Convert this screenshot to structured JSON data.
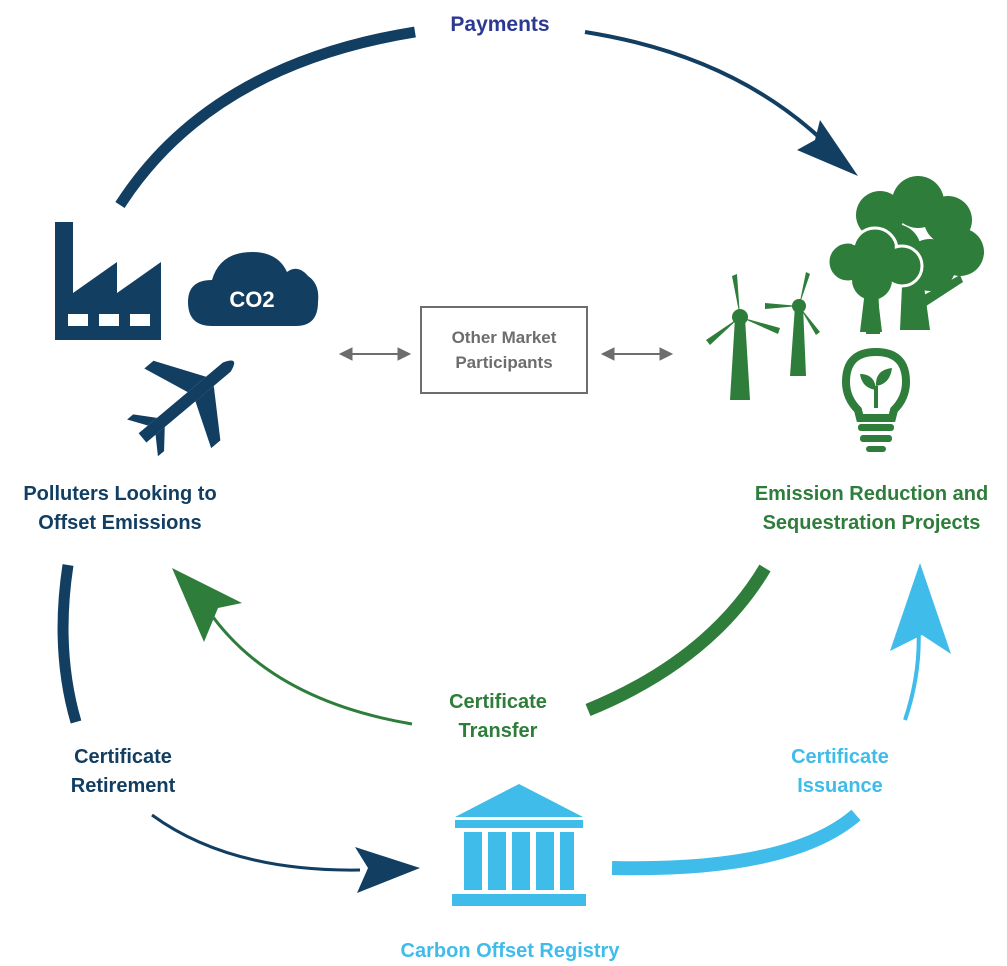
{
  "colors": {
    "navy": "#123e62",
    "green": "#2e7d3a",
    "lightblue": "#3fbcea",
    "payments_text": "#2b3990",
    "gray": "#6d6d6d"
  },
  "labels": {
    "payments": "Payments",
    "polluters": [
      "Polluters Looking to",
      "Offset Emissions"
    ],
    "projects": [
      "Emission Reduction and",
      "Sequestration Projects"
    ],
    "other_participants": [
      "Other Market",
      "Participants"
    ],
    "certificate_transfer": [
      "Certificate",
      "Transfer"
    ],
    "certificate_retirement": [
      "Certificate",
      "Retirement"
    ],
    "certificate_issuance": [
      "Certificate",
      "Issuance"
    ],
    "registry": "Carbon Offset Registry",
    "co2": "CO2"
  },
  "icons": [
    "factory-icon",
    "co2-cloud-icon",
    "airplane-icon",
    "wind-turbine-icon",
    "trees-icon",
    "lightbulb-icon",
    "registry-building-icon"
  ]
}
